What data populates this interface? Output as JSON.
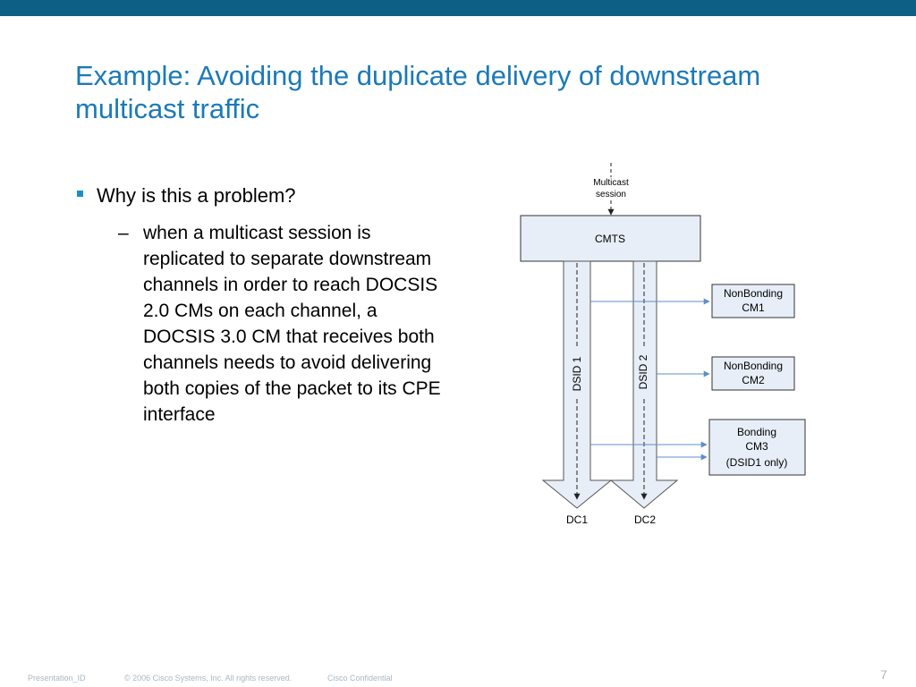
{
  "slide": {
    "title": "Example: Avoiding the duplicate delivery of downstream multicast traffic",
    "bullet": "Why is this a problem?",
    "sub_bullet_dash": "–",
    "sub_bullet": "when a multicast session is replicated to separate downstream channels in order to reach DOCSIS 2.0 CMs on each channel, a DOCSIS 3.0 CM that receives both channels needs to avoid delivering both copies of the packet to its CPE interface"
  },
  "diagram": {
    "source_label_line1": "Multicast",
    "source_label_line2": "session",
    "cmts_label": "CMTS",
    "channel1_label": "DSID 1",
    "channel2_label": "DSID 2",
    "dc1_label": "DC1",
    "dc2_label": "DC2",
    "cm1_line1": "NonBonding",
    "cm1_line2": "CM1",
    "cm2_line1": "NonBonding",
    "cm2_line2": "CM2",
    "cm3_line1": "Bonding",
    "cm3_line2": "CM3",
    "cm3_line3": "(DSID1 only)",
    "colors": {
      "box_fill": "#e8eef8",
      "arrow_line": "#5b8fc9",
      "title": "#1b7ab8",
      "top_bar": "#0e5f85"
    }
  },
  "footer": {
    "presentation_id": "Presentation_ID",
    "copyright": "© 2006 Cisco Systems, Inc. All rights reserved.",
    "confidential": "Cisco Confidential",
    "page_number": "7"
  }
}
